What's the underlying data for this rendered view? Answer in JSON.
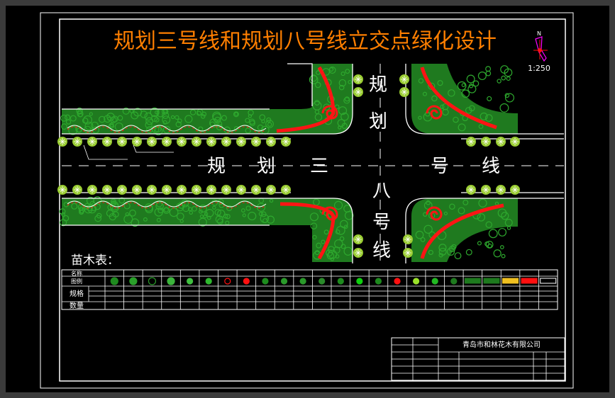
{
  "drawing": {
    "title": "规划三号线和规划八号线立交点绿化设计",
    "scale": "1:250",
    "north_label": "N",
    "road_h": [
      "规",
      "划",
      "三",
      "号",
      "线"
    ],
    "road_v_top": [
      "规",
      "划"
    ],
    "road_v_bottom": [
      "八",
      "号",
      "线"
    ]
  },
  "plant_table": {
    "caption": "苗木表：",
    "row_labels": {
      "name": "名称",
      "legend": "图例",
      "spec": "规格",
      "qty": "数量"
    },
    "column_count": 24,
    "legend_colors": [
      "#1f8a1f",
      "#2aa02a",
      "#2a9a2a",
      "#3cb43c",
      "#40c040",
      "#2fb82f",
      "#ff1010",
      "#ff1010",
      "#1e8c1e",
      "#2a9a2a",
      "#2a9a2a",
      "#2a8a2a",
      "#1e8a1e",
      "#10d010",
      "#1e8a1e",
      "#ff1010",
      "#9be22a",
      "#22b822",
      "#1e7a1e",
      "#1e7a1e",
      "#1e7a1e",
      "#f0c020",
      "#ff1010",
      "#ffffff"
    ]
  },
  "title_block": {
    "company": "青岛市和林花木有限公司"
  },
  "colors": {
    "sheet": "#000000",
    "frame": "#ffffff",
    "title": "#ff7f00",
    "bed": "#1f7a1f",
    "shrub": "#2ea82e",
    "flower": "#ff1414",
    "street_tree": "#9acd32",
    "north": "#ff00ff"
  }
}
